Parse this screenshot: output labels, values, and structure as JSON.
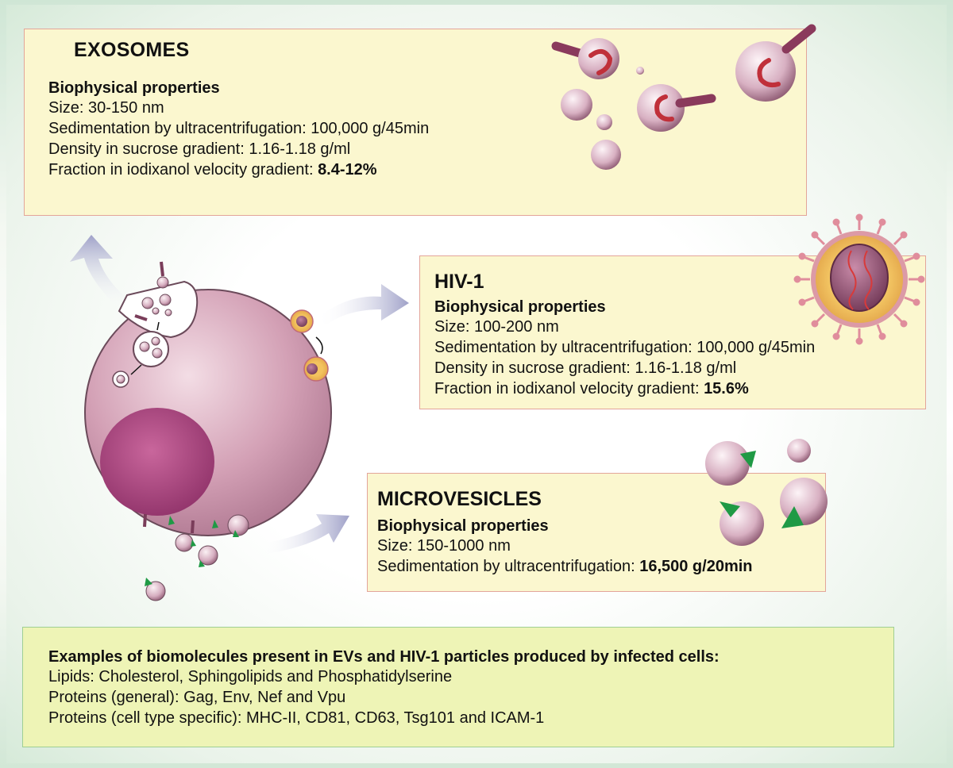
{
  "exosomes": {
    "title": "EXOSOMES",
    "subtitle": "Biophysical properties",
    "size": "Size: 30-150 nm",
    "sedimentation": "Sedimentation by ultracentrifugation: 100,000 g/45min",
    "density": "Density  in sucrose gradient: 1.16-1.18 g/ml",
    "fraction_label": "Fraction in iodixanol velocity gradient: ",
    "fraction_value": "8.4-12%"
  },
  "hiv": {
    "title": "HIV-1",
    "subtitle": "Biophysical properties",
    "size": "Size: 100-200 nm",
    "sedimentation": "Sedimentation by ultracentrifugation: 100,000 g/45min",
    "density": "Density  in sucrose gradient: 1.16-1.18 g/ml",
    "fraction_label": "Fraction in iodixanol velocity gradient: ",
    "fraction_value": "15.6%"
  },
  "microvesicles": {
    "title": "MICROVESICLES",
    "subtitle": "Biophysical properties",
    "size": "Size: 150-1000 nm",
    "sedimentation_label": "Sedimentation by ultracentrifugation: ",
    "sedimentation_value": "16,500 g/20min"
  },
  "biomolecules": {
    "heading": "Examples of biomolecules present in EVs and HIV-1 particles produced by infected cells:",
    "lipids": "Lipids: Cholesterol, Sphingolipids and Phosphatidylserine",
    "proteins_general": "Proteins (general): Gag, Env, Nef and Vpu",
    "proteins_specific": "Proteins (cell type specific): MHC-II, CD81, CD63, Tsg101 and ICAM-1"
  },
  "colors": {
    "panel_fill": "#fbf7cf",
    "panel_border": "#e3a59a",
    "bio_fill": "#eef4b6",
    "bio_border": "#9fcf93",
    "cell": "#c98fa7",
    "nucleus": "#a4447e",
    "arrow": "#a9aacd",
    "marker_green": "#1f9a45"
  }
}
